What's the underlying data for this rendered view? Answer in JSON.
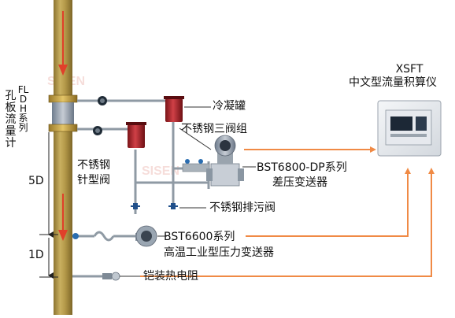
{
  "colors": {
    "pipe": "#b59a4a",
    "pipe_shadow": "#8c7430",
    "flow_arrow": "#e0402a",
    "signal_line": "#f08a45",
    "condenser": "#b3262c",
    "steel": "#9aa4ad",
    "dim_line": "#222222"
  },
  "icons": {
    "flow_arrow": "down-arrow-icon",
    "signal_arrow": "arrow-icon"
  },
  "labels": {
    "flowmeter_vertical": "孔板流量计",
    "flowmeter_series": "FLDH系列",
    "condenser": "冷凝罐",
    "three_valve": "不锈钢三阀组",
    "needle_valve_1": "不锈钢",
    "needle_valve_2": "针型阀",
    "dp_transmitter_1": "BST6800-DP系列",
    "dp_transmitter_2": "差压变送器",
    "drain_valve": "不锈钢排污阀",
    "pressure_transmitter_1": "BST6600系列",
    "pressure_transmitter_2": "高温工业型压力变送器",
    "rtd": "铠装热电阻",
    "dim_5d": "5D",
    "dim_1d": "1D",
    "totalizer_model": "XSFT",
    "totalizer_name": "中文型流量积算仪"
  }
}
